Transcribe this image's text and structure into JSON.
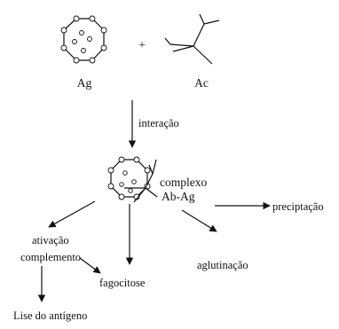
{
  "labels": {
    "antigen": "Ag",
    "antibody": "Ac",
    "plus": "+",
    "interaction": "interação",
    "complex_line1": "complexo",
    "complex_line2": "Ab-Ag",
    "precipitation": "preciptação",
    "complement_line1": "ativação",
    "complement_line2": "complemento",
    "agglutination": "aglutinação",
    "phagocytosis": "fagocitose",
    "lysis": "Lise do antígeno"
  }
}
